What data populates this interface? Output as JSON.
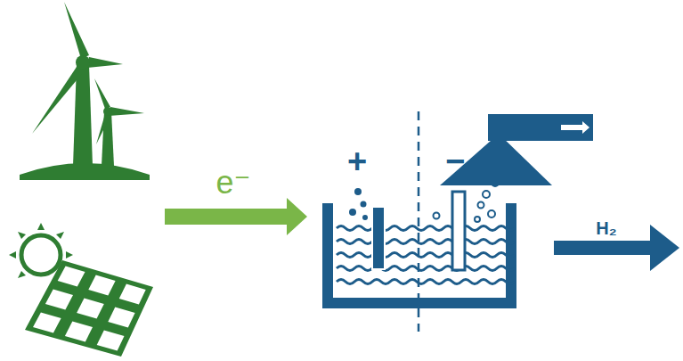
{
  "diagram": {
    "labels": [
      "e⁻",
      "+",
      "−",
      "H₂"
    ]
  }
}
